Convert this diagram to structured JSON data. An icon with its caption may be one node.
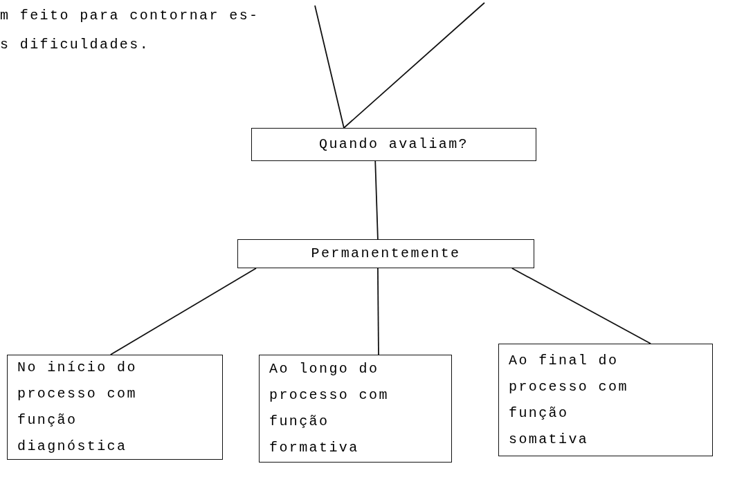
{
  "diagram": {
    "nodes": [
      {
        "text": [
          "Quando avaliam?"
        ]
      },
      {
        "text": [
          "Permanentemente"
        ]
      },
      {
        "text": [
          "No início do processo com função diagnóstica"
        ]
      },
      {
        "text": [
          "Ao longo do processo com função formativa"
        ]
      },
      {
        "text": [
          "Ao final do processo com função somativa"
        ]
      }
    ],
    "edges": [
      {
        "from": null,
        "to": 0,
        "arrow": "none"
      },
      {
        "from": null,
        "to": 0,
        "arrow": "none"
      },
      {
        "from": 0,
        "to": 1,
        "arrow": "none"
      },
      {
        "from": 1,
        "to": 2,
        "arrow": "none"
      },
      {
        "from": 1,
        "to": 3,
        "arrow": "none"
      },
      {
        "from": 1,
        "to": 4,
        "arrow": "none"
      }
    ],
    "labels": [
      "m feito para contornar es- s dificuldades."
    ]
  }
}
